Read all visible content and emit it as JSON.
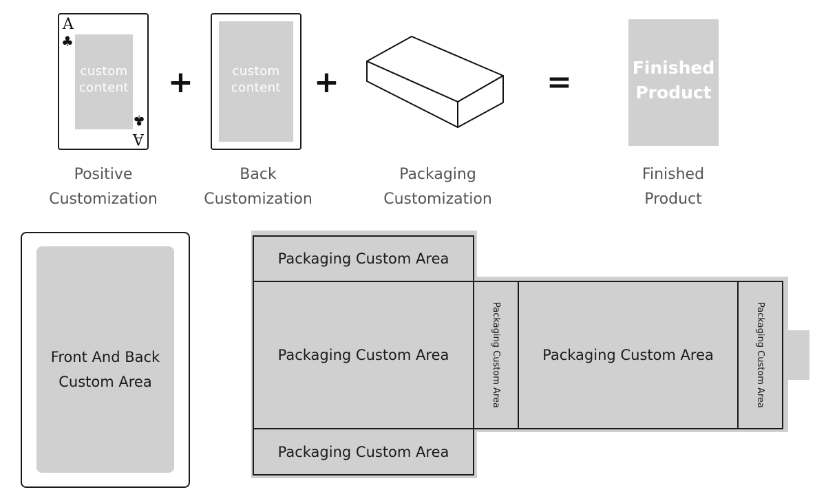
{
  "top_row": {
    "front_card": {
      "corner_rank": "A",
      "corner_suit": "♣",
      "content_lines": [
        "custom",
        "content"
      ],
      "caption_lines": [
        "Positive",
        "Customization"
      ]
    },
    "plus_1": "+",
    "back_card": {
      "content_lines": [
        "custom",
        "content"
      ],
      "caption_lines": [
        "Back",
        "Customization"
      ]
    },
    "plus_2": "+",
    "packaging": {
      "caption_lines": [
        "Packaging",
        "Customization"
      ]
    },
    "equals": "=",
    "finished": {
      "box_lines": [
        "Finished",
        "Product"
      ],
      "caption_lines": [
        "Finished",
        "Product"
      ]
    }
  },
  "bottom_row": {
    "card_area_lines": [
      "Front And Back",
      "Custom Area"
    ],
    "dieline": {
      "top_flap": "Packaging Custom Area",
      "main_left": "Packaging Custom Area",
      "side_left": "Packaging Custom Area",
      "main_right": "Packaging Custom Area",
      "side_right": "Packaging Custom Area",
      "bottom_flap": "Packaging Custom Area"
    }
  },
  "colors": {
    "fill_grey": "#d0d0d0",
    "outline": "#1a1a1a",
    "caption_text": "#555555"
  }
}
